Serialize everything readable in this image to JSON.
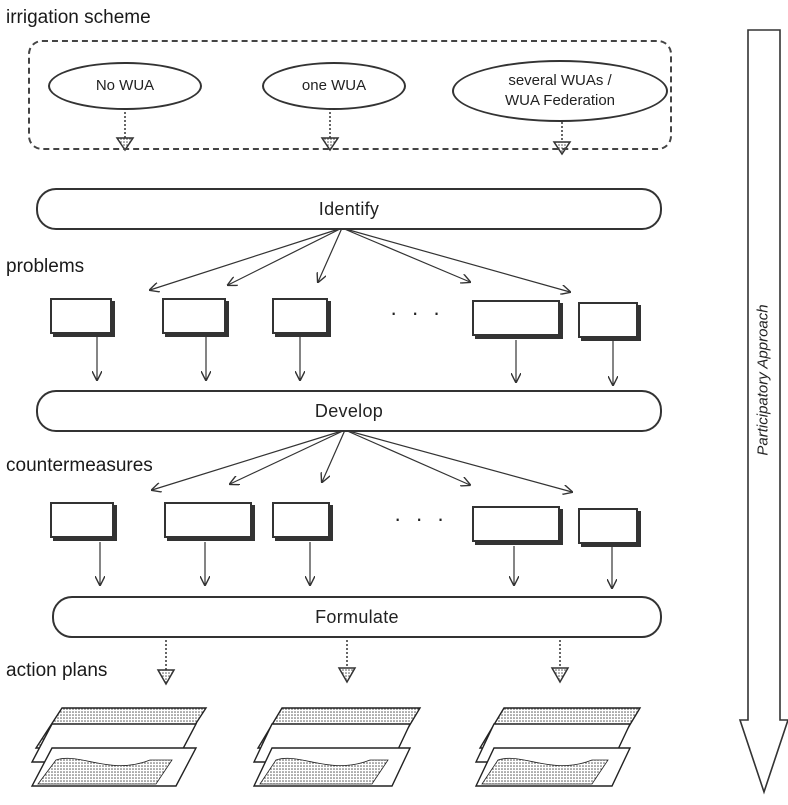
{
  "labels": {
    "irrigation_scheme": "irrigation scheme",
    "problems": "problems",
    "countermeasures": "countermeasures",
    "action_plans": "action plans",
    "participatory": "Participatory Approach"
  },
  "ovals": {
    "no_wua": "No WUA",
    "one_wua": "one WUA",
    "several_line1": "several WUAs /",
    "several_line2": "WUA Federation"
  },
  "steps": {
    "identify": "Identify",
    "develop": "Develop",
    "formulate": "Formulate"
  },
  "ellipsis": "· · ·"
}
